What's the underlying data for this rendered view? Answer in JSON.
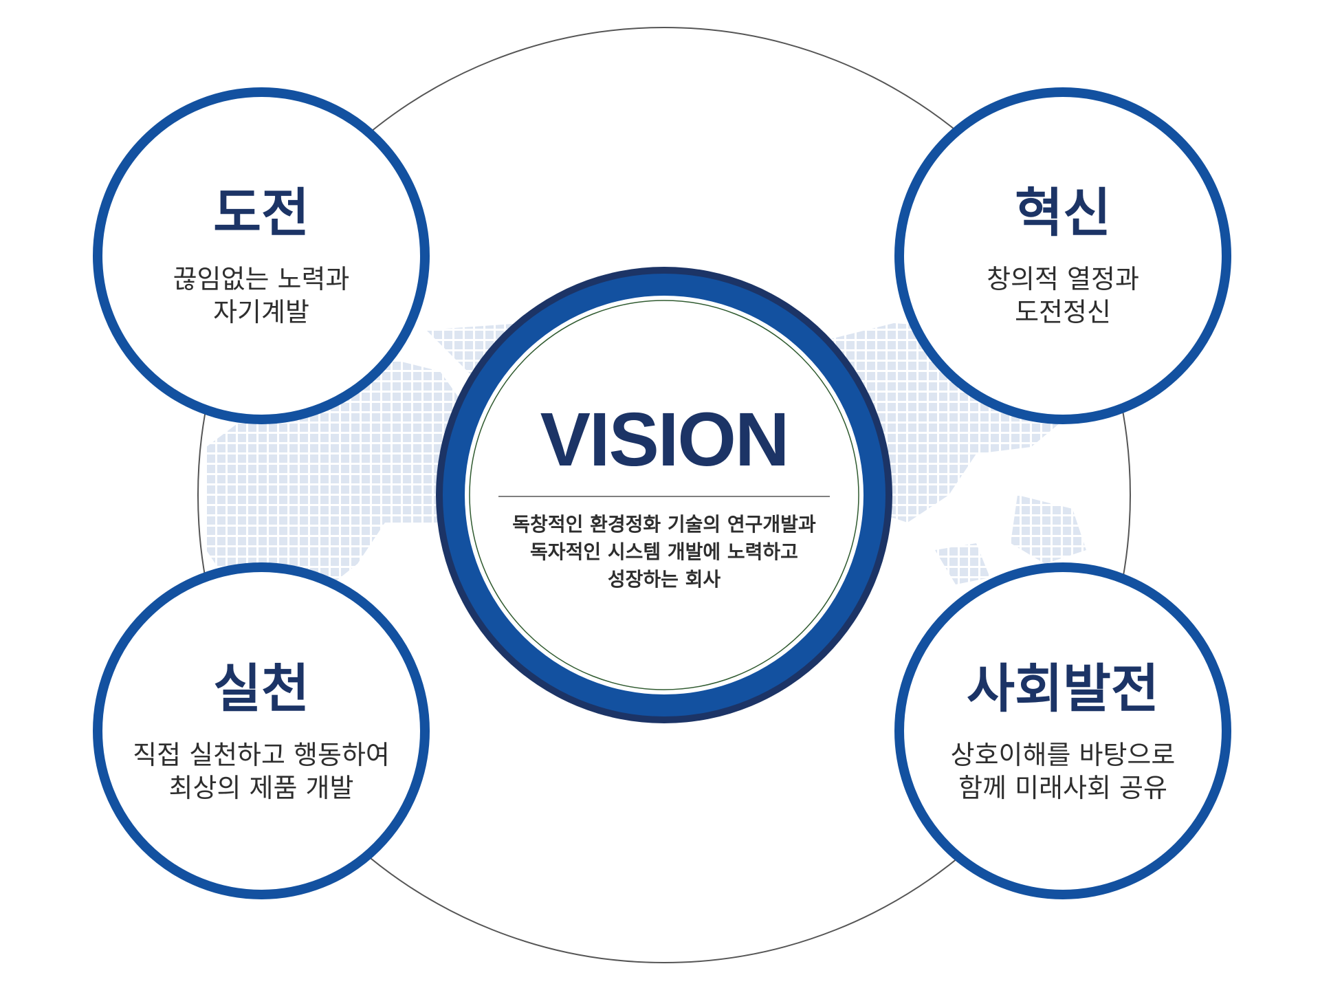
{
  "colors": {
    "ring_blue": "#1351a0",
    "ring_navy": "#1c3466",
    "outer_line": "#555555",
    "inner_line": "#2f5a2f",
    "title_text": "#1c3466",
    "body_text": "#2e2e2e",
    "map_dots": "#dde5f1"
  },
  "center": {
    "title": "VISION",
    "lines": [
      "독창적인 환경정화 기술의 연구개발과",
      "독자적인 시스템 개발에 노력하고",
      "성장하는 회사"
    ]
  },
  "nodes": {
    "top_left": {
      "title": "도전",
      "lines": [
        "끊임없는 노력과",
        "자기계발"
      ]
    },
    "top_right": {
      "title": "혁신",
      "lines": [
        "창의적 열정과",
        "도전정신"
      ]
    },
    "bottom_left": {
      "title": "실천",
      "lines": [
        "직접 실천하고 행동하여",
        "최상의 제품 개발"
      ]
    },
    "bottom_right": {
      "title": "사회발전",
      "lines": [
        "상호이해를 바탕으로",
        "함께 미래사회 공유"
      ]
    }
  }
}
